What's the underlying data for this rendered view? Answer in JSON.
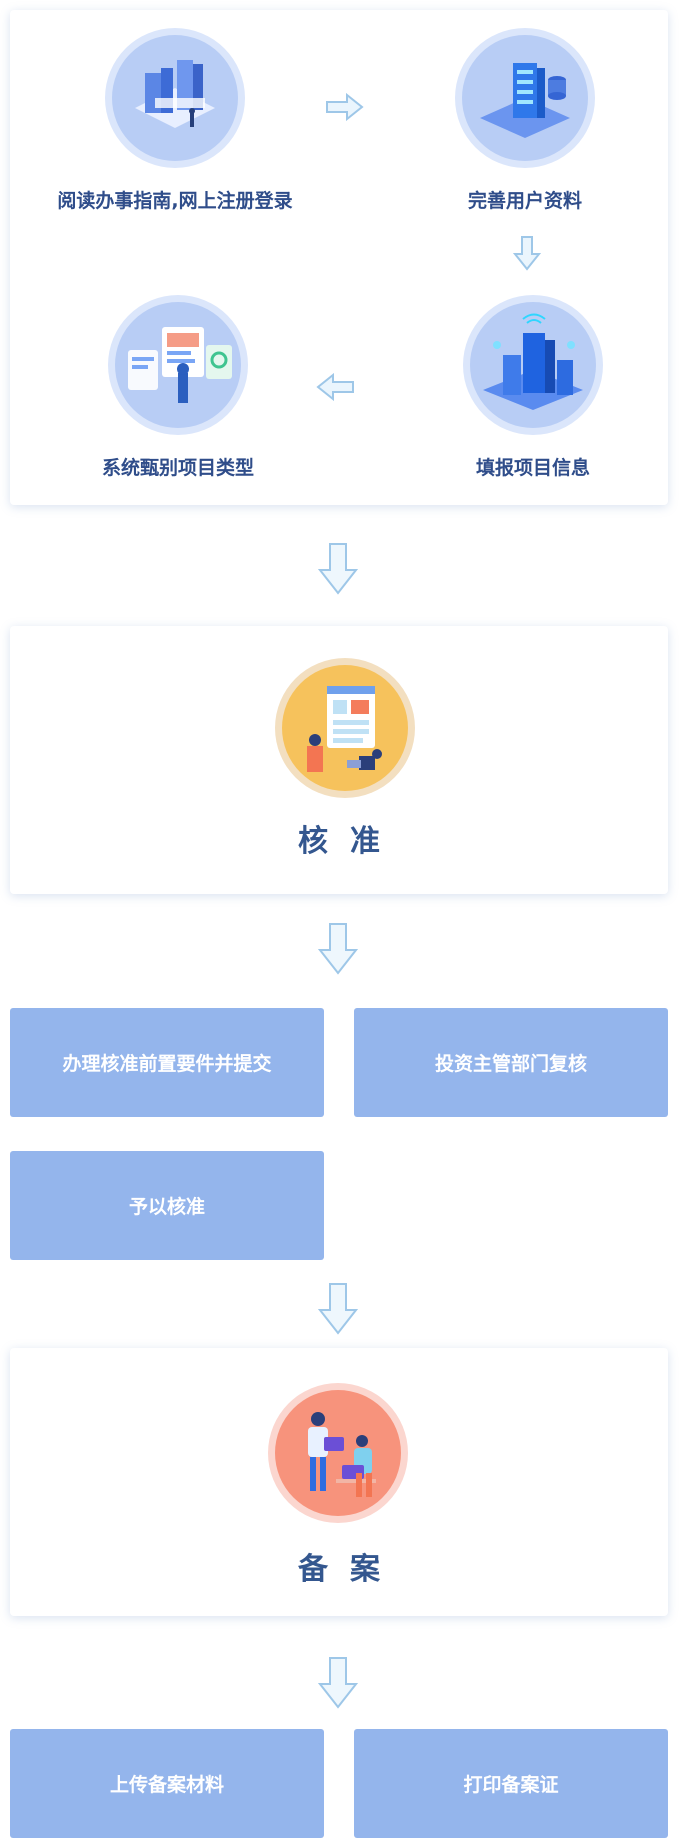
{
  "online_flow": {
    "steps": [
      {
        "label": "阅读办事指南,网上注册登录",
        "icon": "city-isometric-icon"
      },
      {
        "label": "完善用户资料",
        "icon": "server-building-icon"
      },
      {
        "label": "填报项目信息",
        "icon": "skyscraper-network-icon"
      },
      {
        "label": "系统甄别项目类型",
        "icon": "dashboard-screens-icon"
      }
    ]
  },
  "approval": {
    "title": "核准",
    "icon": "review-document-icon",
    "tiles": [
      "办理核准前置要件并提交",
      "投资主管部门复核",
      "予以核准"
    ]
  },
  "filing": {
    "title": "备案",
    "icon": "team-laptops-icon",
    "tiles": [
      "上传备案材料",
      "打印备案证"
    ]
  },
  "colors": {
    "tile": "#94b5ec",
    "title_text": "#34578f",
    "step_text": "#2f4d8a",
    "arrow": "#9ec7e8"
  }
}
